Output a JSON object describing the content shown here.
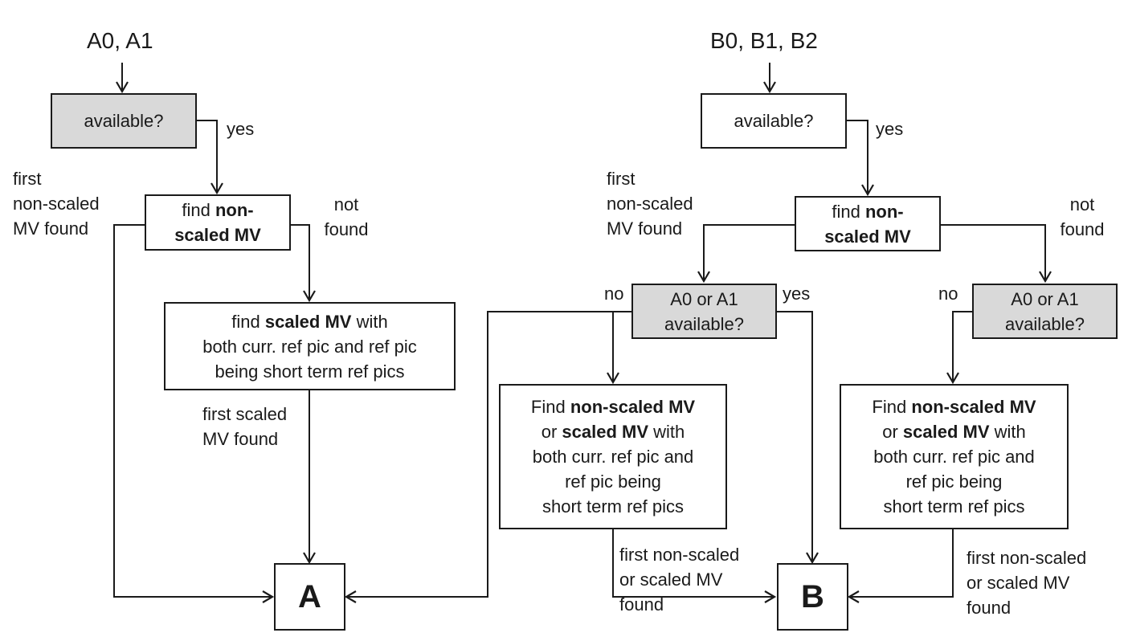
{
  "left": {
    "inputs": "A0, A1",
    "available_box": "available?",
    "yes_label": "yes",
    "first_found_label": [
      "first",
      "non-scaled",
      "MV found"
    ],
    "not_found_label": [
      "not",
      "found"
    ],
    "find_nonscaled_box": {
      "line1_prefix": "find ",
      "line1_bold": "non-",
      "line2_bold": "scaled MV"
    },
    "find_scaled_box": {
      "line1_prefix": "find ",
      "line1_bold": "scaled MV",
      "line1_suffix": " with",
      "line2": "both curr. ref pic and ref pic",
      "line3": "being short term ref pics"
    },
    "first_scaled_label": [
      "first scaled",
      "MV found"
    ],
    "terminal": "A"
  },
  "right": {
    "inputs": "B0, B1, B2",
    "available_box": "available?",
    "yes_label": "yes",
    "first_found_label": [
      "first",
      "non-scaled",
      "MV found"
    ],
    "not_found_label": [
      "not",
      "found"
    ],
    "find_nonscaled_box": {
      "line1_prefix": "find ",
      "line1_bold": "non-",
      "line2_bold": "scaled MV"
    },
    "a_avail_box_1": [
      "A0 or A1",
      "available?"
    ],
    "no_label_1": "no",
    "yes_label_2": "yes",
    "a_avail_box_2": [
      "A0 or A1",
      "available?"
    ],
    "no_label_2": "no",
    "find_either_box_1": {
      "line1_prefix": "Find ",
      "line1_bold": "non-scaled MV",
      "line2_prefix": "or ",
      "line2_bold": "scaled MV",
      "line2_suffix": " with",
      "line3": "both curr. ref pic and",
      "line4": "ref pic being",
      "line5": "short term ref pics"
    },
    "find_either_box_2": {
      "line1_prefix": "Find ",
      "line1_bold": "non-scaled MV",
      "line2_prefix": "or ",
      "line2_bold": "scaled MV",
      "line2_suffix": " with",
      "line3": "both curr. ref pic and",
      "line4": "ref pic being",
      "line5": "short term ref pics"
    },
    "first_either_label_1": [
      "first non-scaled",
      "or scaled MV",
      "found"
    ],
    "first_either_label_2": [
      "first non-scaled",
      "or scaled MV",
      "found"
    ],
    "terminal": "B"
  }
}
